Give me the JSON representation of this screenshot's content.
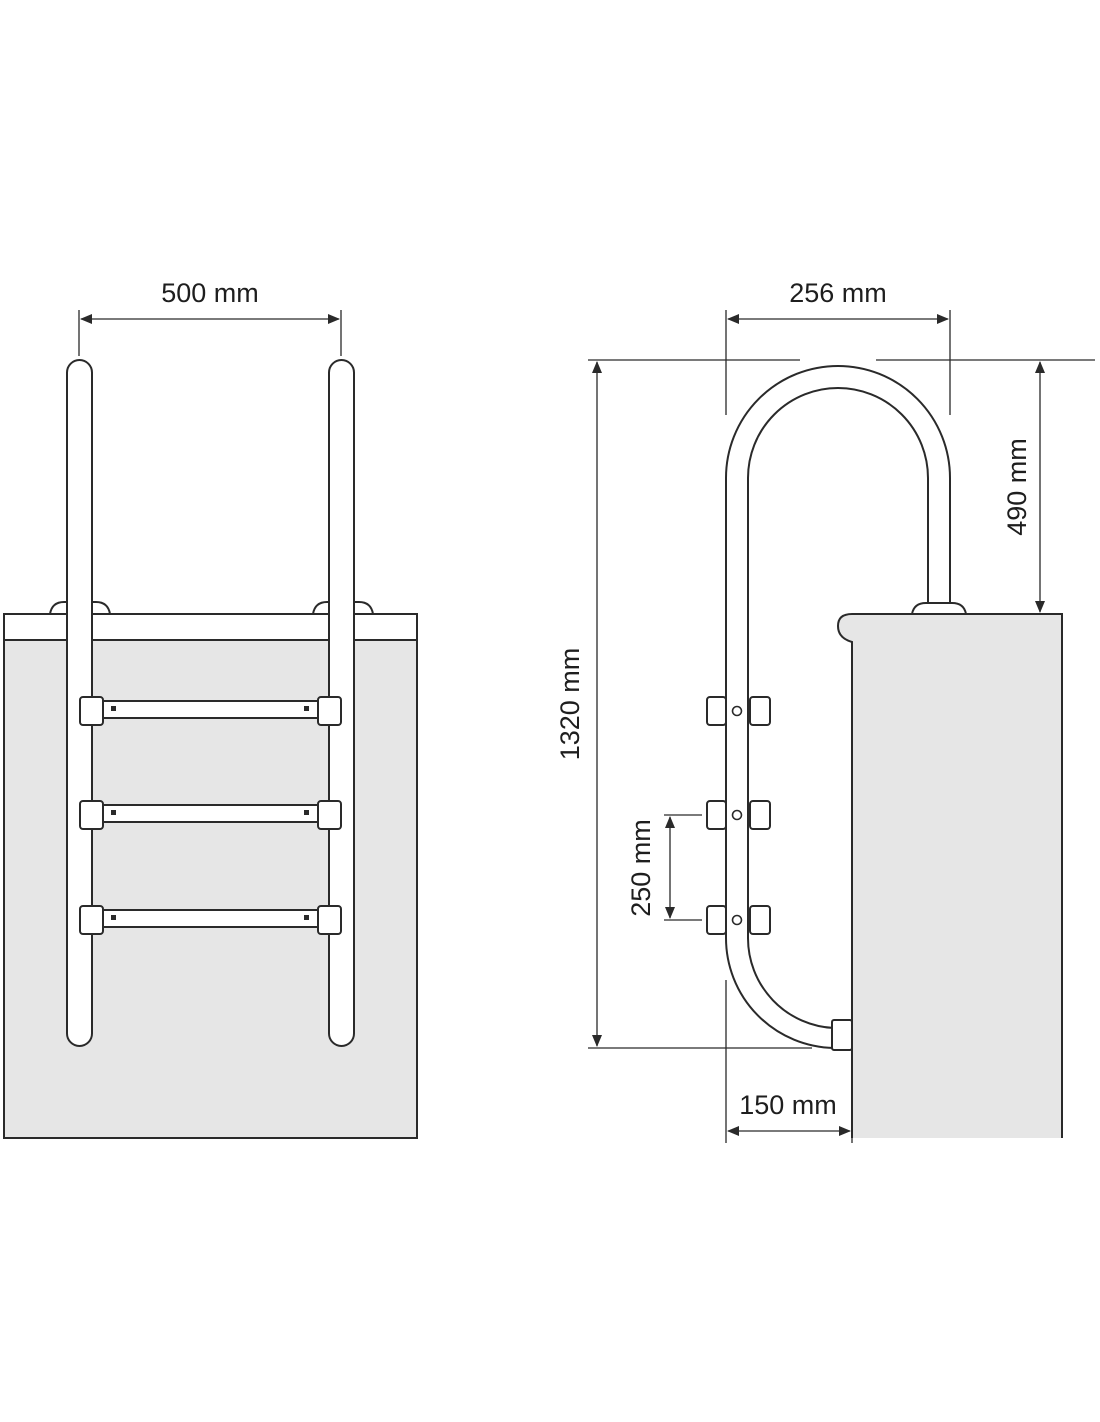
{
  "front_view": {
    "width_label": "500 mm"
  },
  "side_view": {
    "depth_label": "256 mm",
    "total_height_label": "1320 mm",
    "handrail_height_label": "490 mm",
    "step_spacing_label": "250 mm",
    "wall_offset_label": "150 mm"
  },
  "colors": {
    "line": "#2a2a2a",
    "pool_fill": "#e6e6e6",
    "background": "#ffffff"
  }
}
